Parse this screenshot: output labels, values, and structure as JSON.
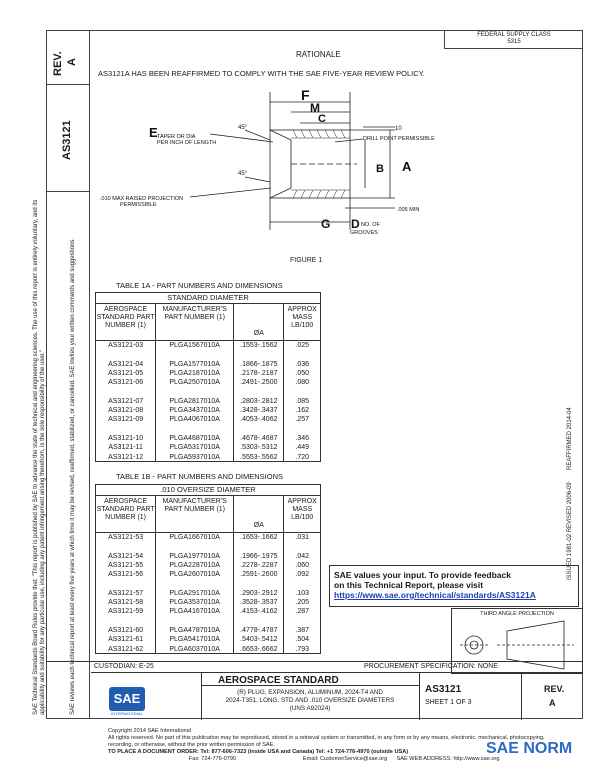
{
  "doc": {
    "rev_label": "REV.",
    "rev_value": "A",
    "doc_number": "AS3121",
    "rationale_title": "RATIONALE",
    "rationale_text": "AS3121A HAS BEEN REAFFIRMED TO COMPLY WITH THE SAE FIVE-YEAR REVIEW POLICY.",
    "fed_class": "FEDERAL SUPPLY CLASS\n5315",
    "side_note_left": "SAE Technical Standards Board Rules provide that: \"This report is published by SAE to advance the state of technical and engineering sciences. The use of this report is entirely voluntary, and its applicability and suitability for any particular use, including any patent infringement arising therefrom, is the sole responsibility of the user.\"",
    "side_note_left2": "SAE reviews each technical report at least every five years at which time it may be revised, reaffirmed, stabilized, or cancelled. SAE invites your written comments and suggestions.",
    "side_note_right": "REAFFIRMED 2014-04",
    "side_note_right2": "ISSUED 1981-02   REVISED 2006-09"
  },
  "figure": {
    "caption": "FIGURE 1",
    "labels": {
      "F": "F",
      "M": "M",
      "C": "C",
      "E": "E",
      "B": "B",
      "A": "A",
      "G": "G",
      "D": "D",
      "angle1": "45°",
      "angle2": "45°",
      "ten": "10",
      "taper": "TAPER OR DIA\nPER INCH OF LENGTH",
      "drill": "DRILL POINT PERMISSIBLE",
      "raised": ".010 MAX RAISED PROJECTION\nPERMISSIBLE",
      "depth": ".005 MIN",
      "grooves": "NO. OF\nGROOVES"
    }
  },
  "table1a": {
    "title": "TABLE 1A - PART NUMBERS AND DIMENSIONS",
    "group": "STANDARD DIAMETER",
    "headers": [
      "AEROSPACE STANDARD PART NUMBER (1)",
      "MANUFACTURER'S PART NUMBER (1)",
      "ØA",
      "APPROX MASS LB/100"
    ],
    "rows": [
      [
        "AS3121-03",
        "PLGA1567010A",
        ".1553-.1562",
        ".025"
      ],
      [
        "",
        "",
        "",
        ""
      ],
      [
        "AS3121-04",
        "PLGA1577010A",
        ".1866-.1875",
        ".036"
      ],
      [
        "AS3121-05",
        "PLGA2187010A",
        ".2178-.2187",
        ".050"
      ],
      [
        "AS3121-06",
        "PLGA2507010A",
        ".2491-.2500",
        ".080"
      ],
      [
        "",
        "",
        "",
        ""
      ],
      [
        "AS3121-07",
        "PLGA2817010A",
        ".2803-.2812",
        ".085"
      ],
      [
        "AS3121-08",
        "PLGA3437010A",
        ".3428-.3437",
        ".162"
      ],
      [
        "AS3121-09",
        "PLGA4067010A",
        ".4053-.4062",
        ".257"
      ],
      [
        "",
        "",
        "",
        ""
      ],
      [
        "AS3121-10",
        "PLGA4687010A",
        ".4678-.4687",
        ".346"
      ],
      [
        "AS3121-11",
        "PLGA5317010A",
        ".5303-.5312",
        ".449"
      ],
      [
        "AS3121-12",
        "PLGA5937010A",
        ".5553-.5562",
        ".720"
      ]
    ]
  },
  "table1b": {
    "title": "TABLE 1B - PART NUMBERS AND DIMENSIONS",
    "group": ".010 OVERSIZE DIAMETER",
    "headers": [
      "AEROSPACE STANDARD PART NUMBER (1)",
      "MANUFACTURER'S PART NUMBER (1)",
      "ØA",
      "APPROX MASS LB/100"
    ],
    "rows": [
      [
        "AS3121-53",
        "PLGA1667010A",
        ".1653-.1662",
        ".031"
      ],
      [
        "",
        "",
        "",
        ""
      ],
      [
        "AS3121-54",
        "PLGA1977010A",
        ".1966-.1975",
        ".042"
      ],
      [
        "AS3121-55",
        "PLGA2287010A",
        ".2278-.2287",
        ".060"
      ],
      [
        "AS3121-56",
        "PLGA2607010A",
        ".2591-.2600",
        ".092"
      ],
      [
        "",
        "",
        "",
        ""
      ],
      [
        "AS3121-57",
        "PLGA2917010A",
        ".2903-.2912",
        ".103"
      ],
      [
        "AS3121-58",
        "PLGA3537010A",
        ".3528-.3537",
        ".205"
      ],
      [
        "AS3121-59",
        "PLGA4167010A",
        ".4153-.4162",
        ".287"
      ],
      [
        "",
        "",
        "",
        ""
      ],
      [
        "AS3121-60",
        "PLGA4787010A",
        ".4778-.4787",
        ".387"
      ],
      [
        "AS3121-61",
        "PLGA5417010A",
        ".5403-.5412",
        ".504"
      ],
      [
        "AS3121-62",
        "PLGA6037010A",
        ".6653-.6662",
        ".793"
      ]
    ]
  },
  "feedback": {
    "line1": "SAE values your input. To provide feedback",
    "line2": "on this Technical Report, please visit",
    "link": "https://www.sae.org/technical/standards/AS3121A"
  },
  "projection": {
    "label": "THIRD ANGLE PROJECTION"
  },
  "titleblock": {
    "custodian": "CUSTODIAN: E-25",
    "procurement": "PROCUREMENT SPECIFICATION: NONE",
    "aero_std": "AEROSPACE STANDARD",
    "description": "(R) PLUG, EXPANSION, ALUMINUM, 2024-T4 AND\n2024-T351, LONG, STD AND .010 OVERSIZE DIAMETERS\n(UNS A92024)",
    "doc_number": "AS3121",
    "sheet": "SHEET 1 OF 3",
    "rev_label": "REV.",
    "rev_value": "A",
    "logo_text": "SAE",
    "logo_sub": "INTERNATIONAL"
  },
  "footer": {
    "line1": "Copyright 2014 SAE International",
    "line2": "All rights reserved. No part of this publication may be reproduced, stored in a retrieval system or transmitted, in any form or by any means, electronic, mechanical, photocopying,",
    "line3": "recording, or otherwise, without the prior written permission of SAE.",
    "line4": "TO PLACE A DOCUMENT ORDER:   Tel: 877-606-7323 (inside USA and Canada)        Tel: +1 724-776-4970 (outside USA)",
    "line5": "                                                    Fax: 724-776-0790                                           Email: CustomerService@sae.org      SAE WEB ADDRESS: http://www.sae.org"
  },
  "watermark": "SAE NORM"
}
